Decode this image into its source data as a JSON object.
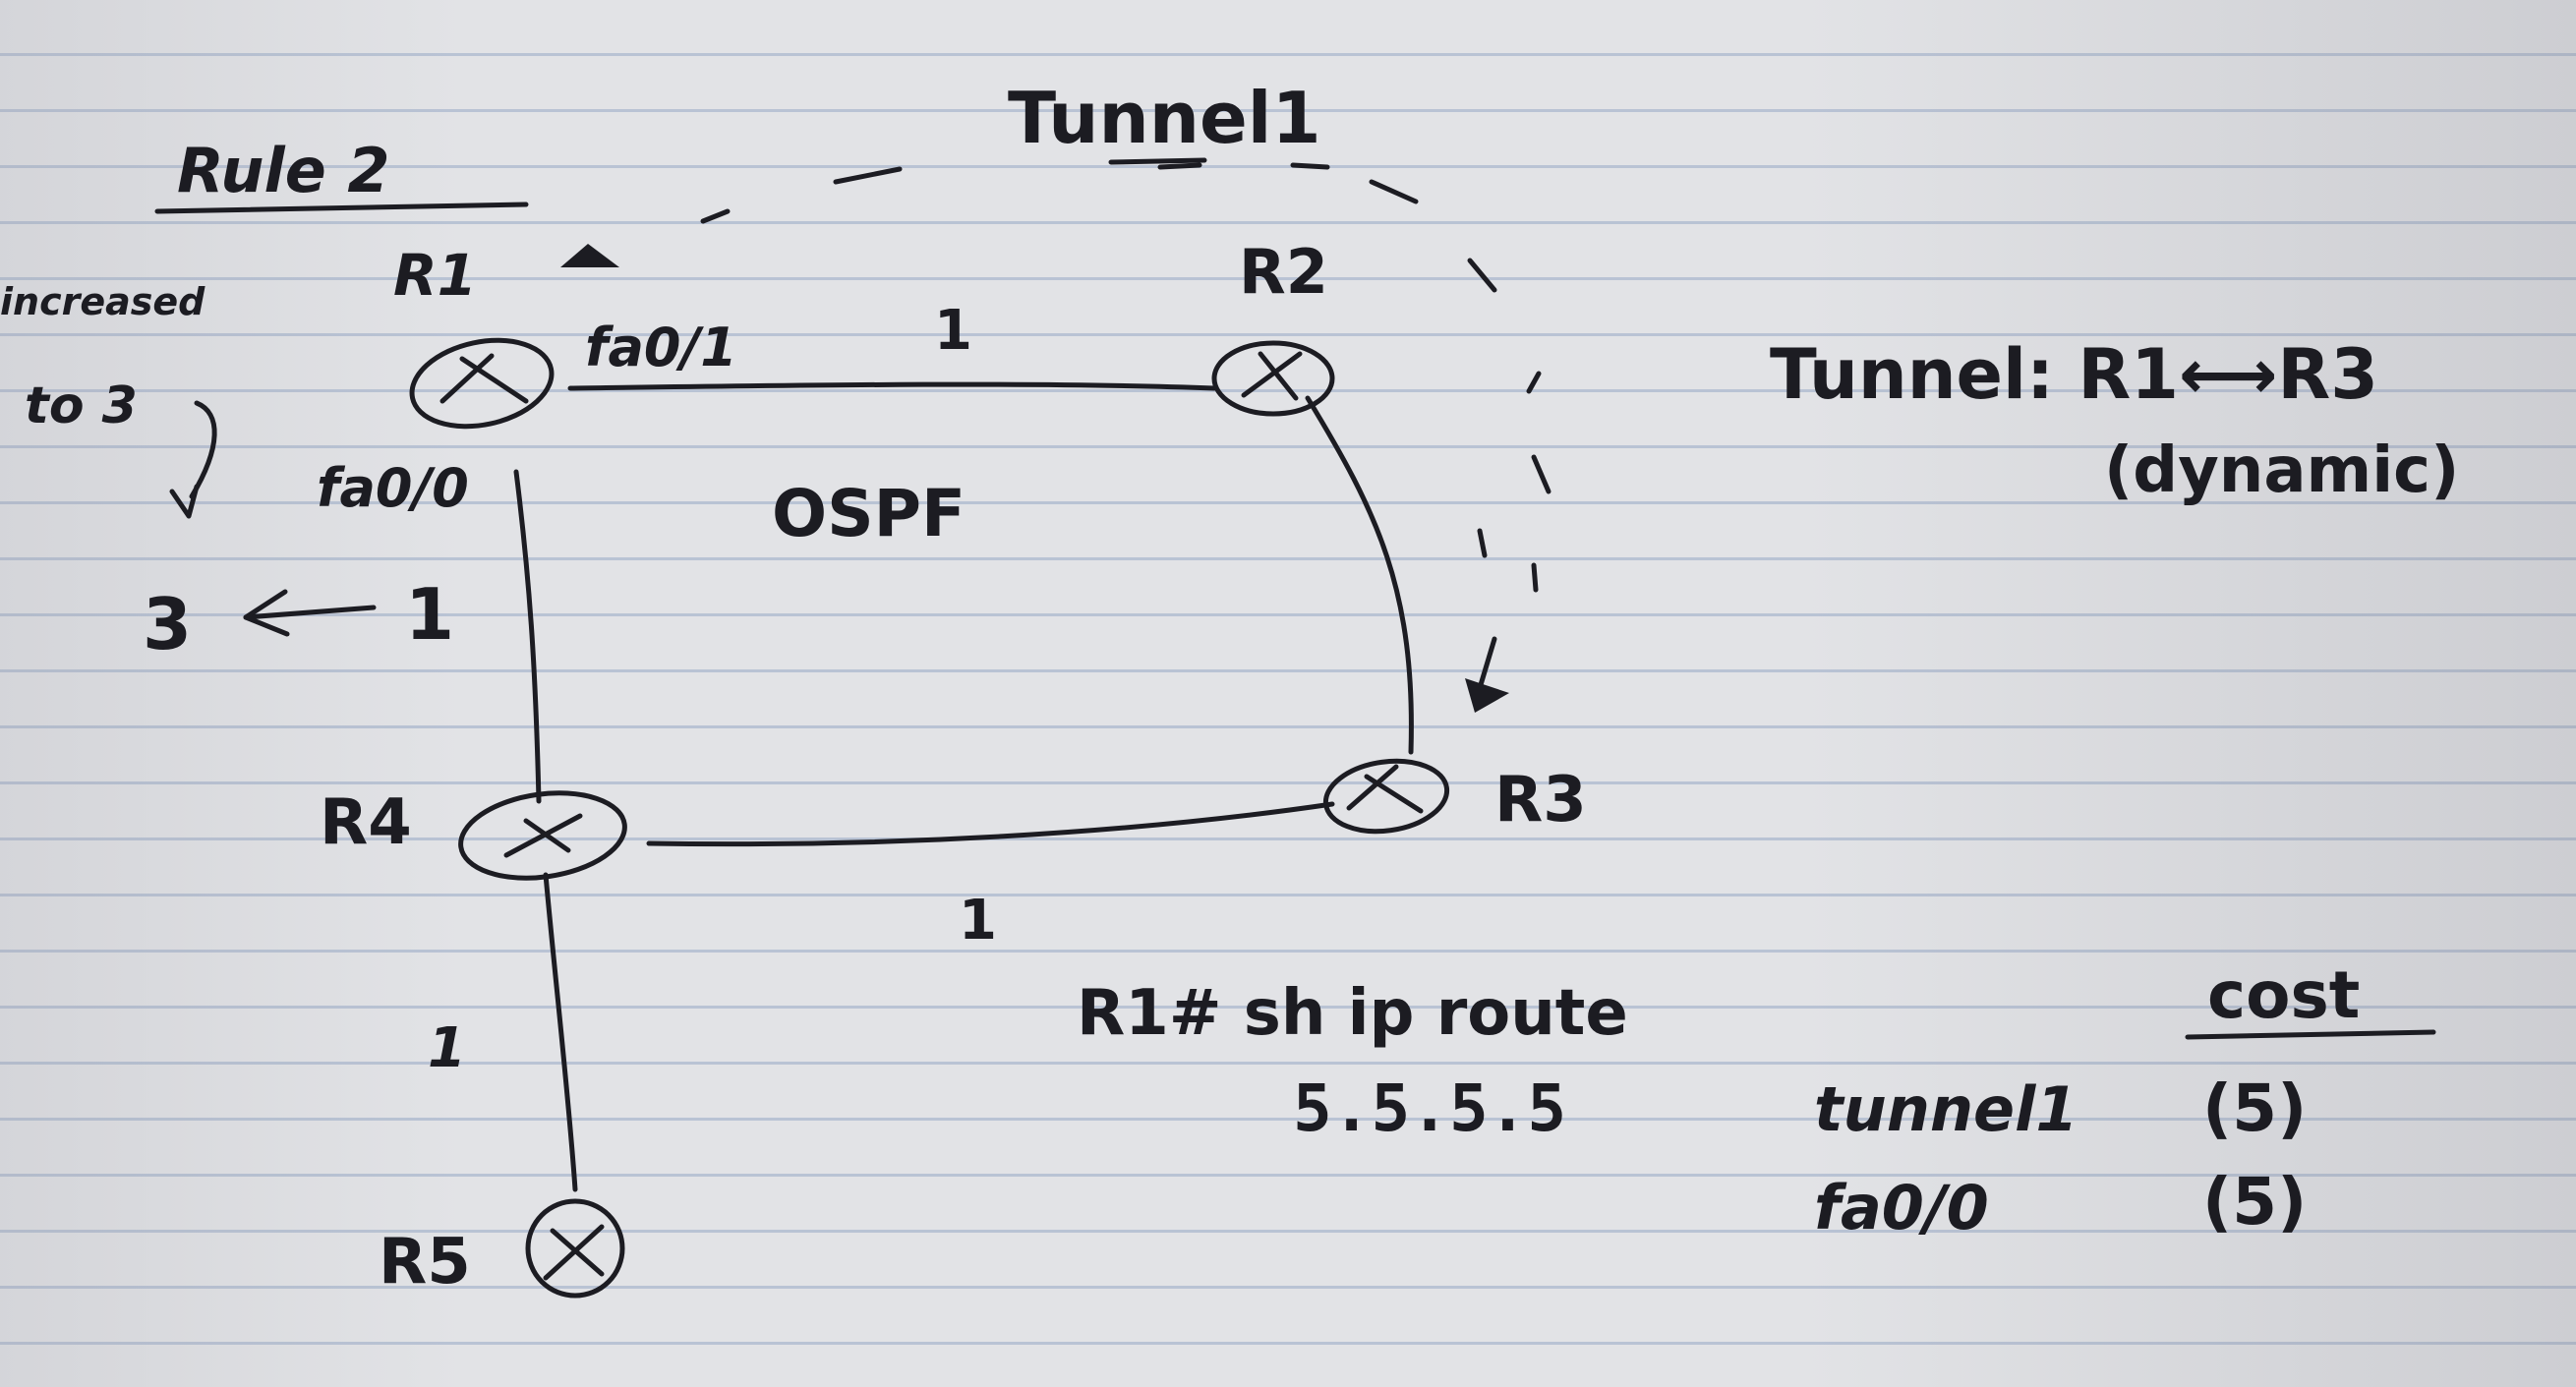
{
  "title": "Rule 2",
  "note_increased": "increased",
  "note_to3": "to 3",
  "cost_change_new": "3",
  "cost_change_old": "1",
  "tunnel_label": "Tunnel1",
  "protocol_label": "OSPF",
  "routers": {
    "r1": "R1",
    "r2": "R2",
    "r3": "R3",
    "r4": "R4",
    "r5": "R5"
  },
  "interfaces": {
    "r1_r2": "fa0/1",
    "r1_r4": "fa0/0"
  },
  "link_costs": {
    "r1_r2": "1",
    "r4_r3": "1",
    "r4_r5": "1"
  },
  "tunnel_note": {
    "line1": "Tunnel: R1⟷R3",
    "line2": "(dynamic)"
  },
  "route_output": {
    "command": "R1# sh ip route",
    "prefix": "5.5.5.5",
    "cost_header": "cost",
    "entries": [
      {
        "interface": "tunnel1",
        "cost": "(5)"
      },
      {
        "interface": "fa0/0",
        "cost": "(5)"
      }
    ]
  }
}
